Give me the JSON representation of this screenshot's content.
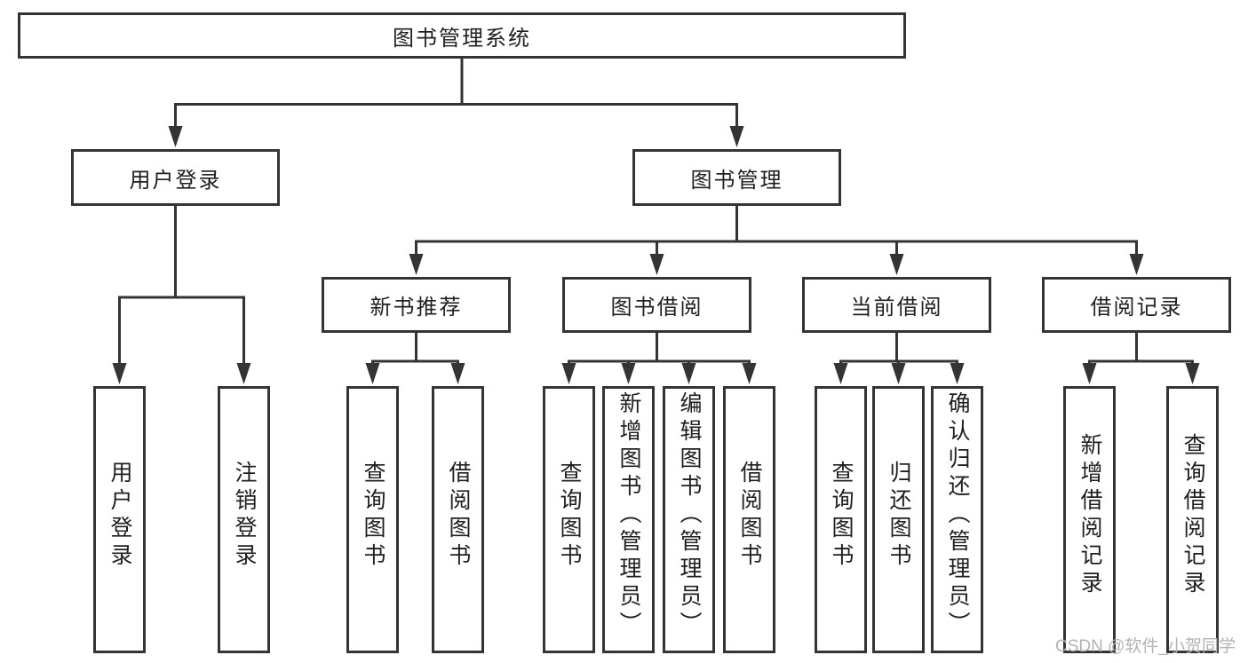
{
  "diagram": {
    "title": "图书管理系统",
    "root": {
      "label": "图书管理系统"
    },
    "branches": [
      {
        "label": "用户登录",
        "children": [
          {
            "label": "用户登录"
          },
          {
            "label": "注销登录"
          }
        ]
      },
      {
        "label": "图书管理",
        "children": [
          {
            "label": "新书推荐",
            "children": [
              {
                "label": "查询图书"
              },
              {
                "label": "借阅图书"
              }
            ]
          },
          {
            "label": "图书借阅",
            "children": [
              {
                "label": "查询图书"
              },
              {
                "label": "新增图书（管理员）"
              },
              {
                "label": "编辑图书（管理员）"
              },
              {
                "label": "借阅图书"
              }
            ]
          },
          {
            "label": "当前借阅",
            "children": [
              {
                "label": "查询图书"
              },
              {
                "label": "归还图书"
              },
              {
                "label": "确认归还（管理员）"
              }
            ]
          },
          {
            "label": "借阅记录",
            "children": [
              {
                "label": "新增借阅记录"
              },
              {
                "label": "查询借阅记录"
              }
            ]
          }
        ]
      }
    ]
  },
  "watermark": {
    "text": "CSDN @软件_小贺同学"
  },
  "colors": {
    "line": "#343434",
    "border": "#343434",
    "text": "#1f1f1f",
    "background": "#ffffff",
    "watermark": "#b3b3b3"
  }
}
